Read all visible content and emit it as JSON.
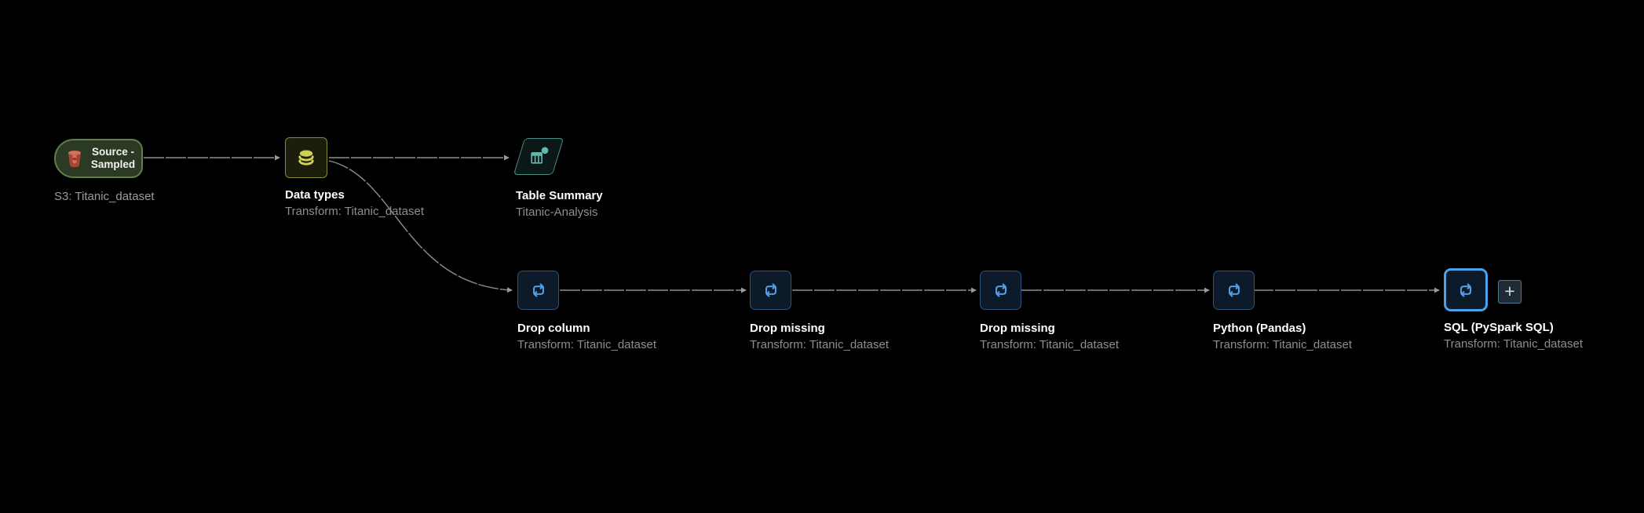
{
  "colors": {
    "background": "#000000",
    "edge": "#8f8f8f",
    "accent_blue": "#4aa2ea",
    "transform_icon_blue": "#539fe5",
    "source_green_border": "#637f47",
    "dataset_olive_border": "#8a8a31",
    "dataset_icon_yellow": "#cdd157",
    "analysis_teal": "#63b8ab",
    "s3_icon_red": "#c0564a",
    "title_text": "#ffffff",
    "subtitle_text": "#8e8e8e"
  },
  "nodes": [
    {
      "id": "source",
      "kind": "source",
      "title_line1": "Source -",
      "title_line2": "Sampled",
      "subtitle": "S3: Titanic_dataset",
      "icon": "s3-bucket-icon"
    },
    {
      "id": "data-types",
      "kind": "dataset",
      "title": "Data types",
      "subtitle": "Transform: Titanic_dataset",
      "icon": "database-icon"
    },
    {
      "id": "table-summary",
      "kind": "analysis",
      "title": "Table Summary",
      "subtitle": "Titanic-Analysis",
      "icon": "table-summary-icon"
    },
    {
      "id": "drop-column",
      "kind": "transform",
      "title": "Drop column",
      "subtitle": "Transform: Titanic_dataset",
      "icon": "transform-icon"
    },
    {
      "id": "drop-missing-1",
      "kind": "transform",
      "title": "Drop missing",
      "subtitle": "Transform: Titanic_dataset",
      "icon": "transform-icon"
    },
    {
      "id": "drop-missing-2",
      "kind": "transform",
      "title": "Drop missing",
      "subtitle": "Transform: Titanic_dataset",
      "icon": "transform-icon"
    },
    {
      "id": "python-pandas",
      "kind": "transform",
      "title": "Python (Pandas)",
      "subtitle": "Transform: Titanic_dataset",
      "icon": "transform-icon"
    },
    {
      "id": "sql-pyspark",
      "kind": "transform",
      "title": "SQL (PySpark SQL)",
      "subtitle": "Transform: Titanic_dataset",
      "icon": "transform-icon",
      "selected": true
    }
  ],
  "edges": [
    {
      "from": "source",
      "to": "data-types"
    },
    {
      "from": "data-types",
      "to": "table-summary"
    },
    {
      "from": "data-types",
      "to": "drop-column"
    },
    {
      "from": "drop-column",
      "to": "drop-missing-1"
    },
    {
      "from": "drop-missing-1",
      "to": "drop-missing-2"
    },
    {
      "from": "drop-missing-2",
      "to": "python-pandas"
    },
    {
      "from": "python-pandas",
      "to": "sql-pyspark"
    }
  ],
  "actions": {
    "add_step": "+"
  }
}
